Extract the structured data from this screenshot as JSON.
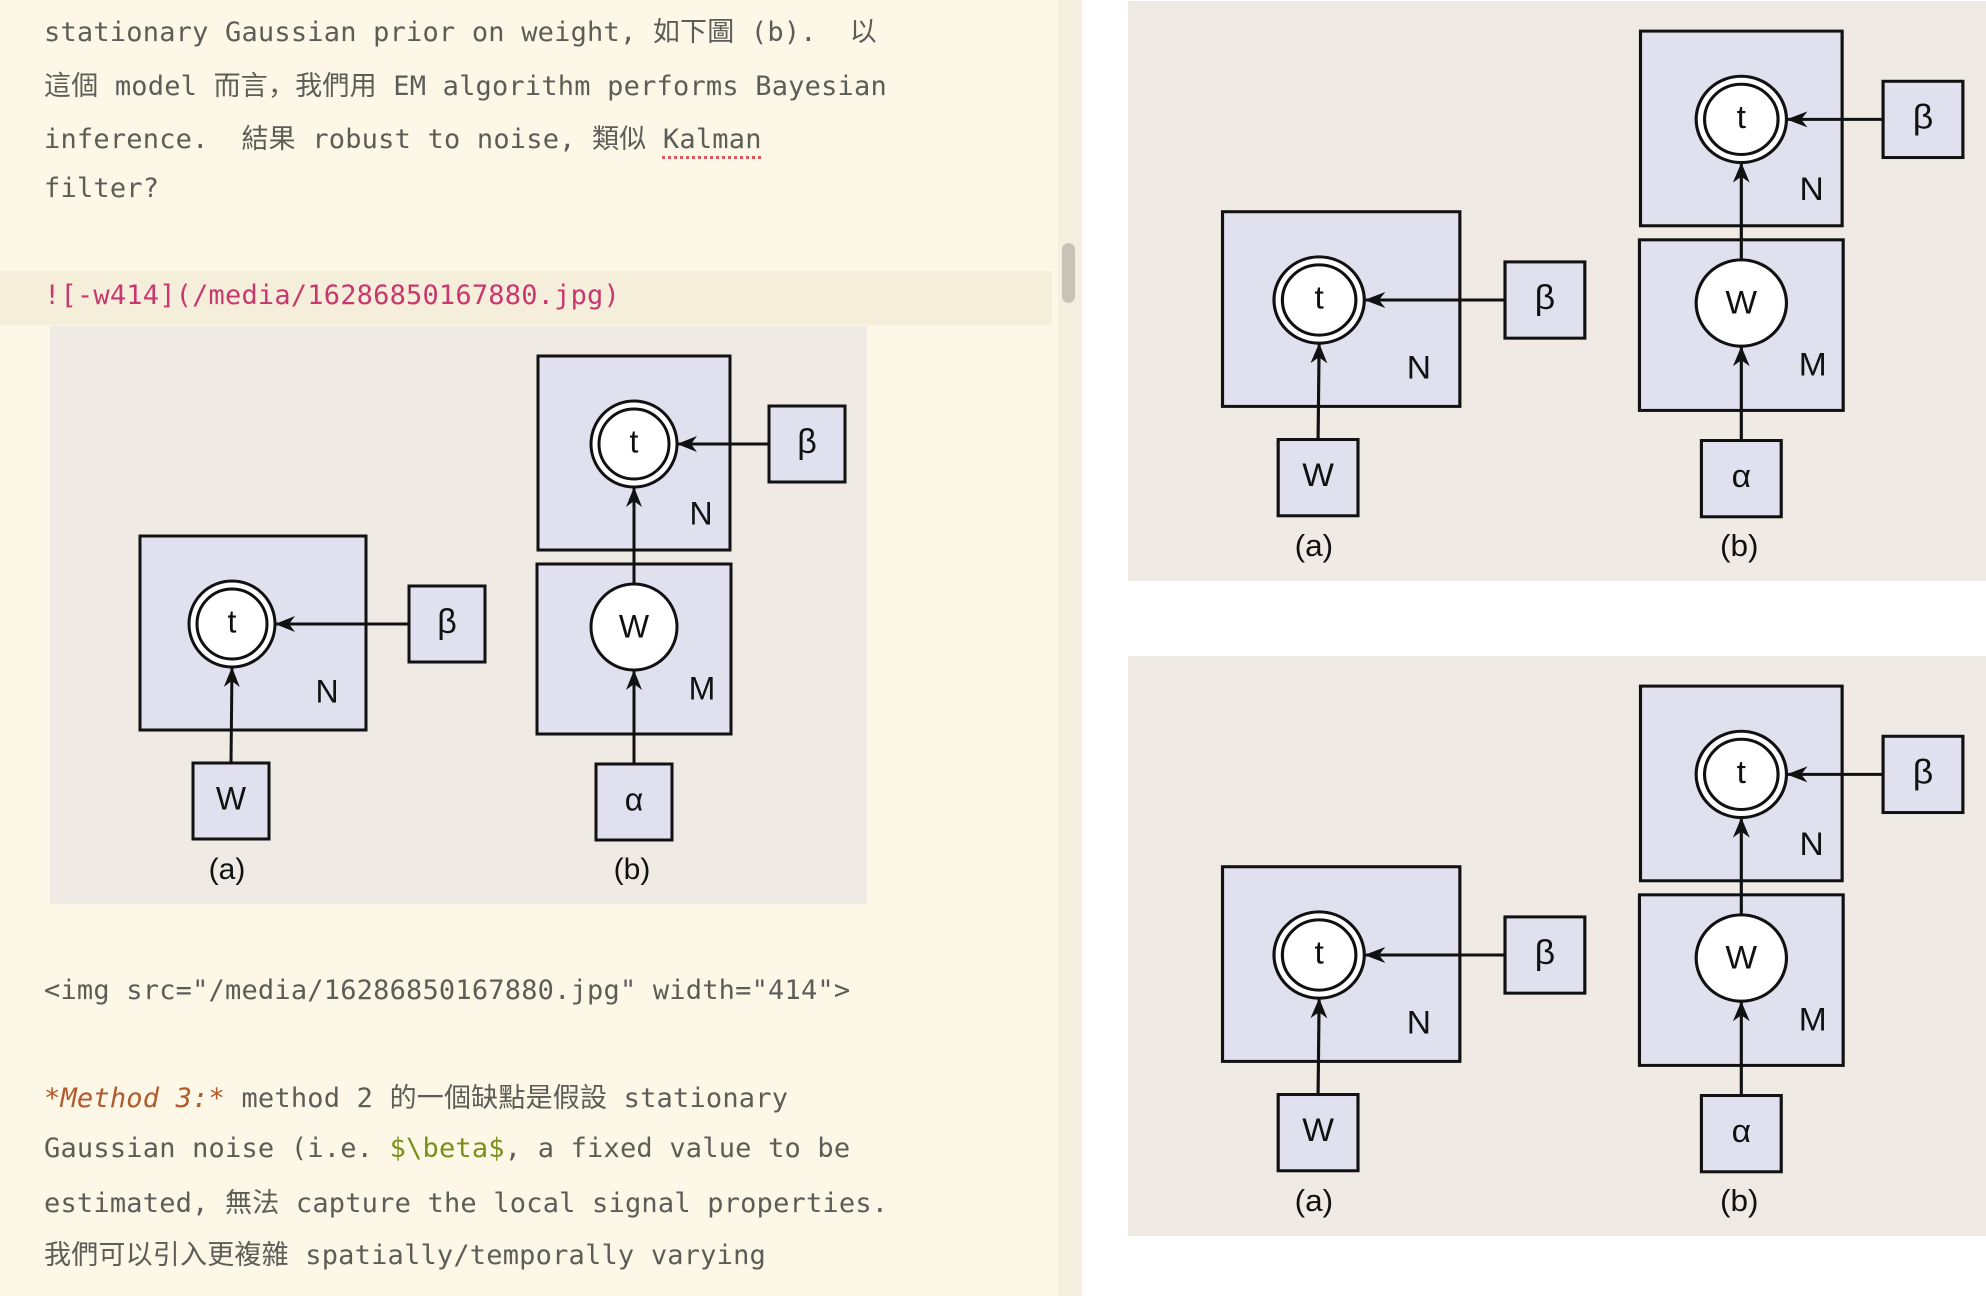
{
  "editor": {
    "para1": {
      "line1": "stationary Gaussian prior on weight, 如下圖 (b).  以",
      "line2": "這個 model 而言，我們用 EM algorithm performs Bayesian",
      "line3_pre": "inference.  結果 robust to noise, 類似 ",
      "line3_spell": "Kalman",
      "line4": "filter?"
    },
    "image_markdown": "![-w414](/media/16286850167880.jpg)",
    "img_tag": "<img src=\"/media/16286850167880.jpg\" width=\"414\">",
    "para2": {
      "method_label": "*Method 3:*",
      "line1_rest": " method 2 的一個缺點是假設 stationary",
      "line2_pre": "Gaussian noise (i.e. ",
      "line2_math": "$\\beta$",
      "line2_post": ", a fixed value to be",
      "line3": "estimated, 無法 capture the local signal properties.",
      "line4": "我們可以引入更複雜 spatially/temporally varying"
    }
  },
  "figure": {
    "node_t": "t",
    "node_w": "W",
    "node_alpha": "α",
    "node_beta": "β",
    "plate_n": "N",
    "plate_m": "M",
    "caption_a": "(a)",
    "caption_b": "(b)"
  },
  "colors": {
    "editor_bg": "#fcf7e6",
    "figure_bg": "#efebe4",
    "plate_fill": "#e1e0ef",
    "markdown_image": "#c8386f",
    "emphasis": "#b25a2c",
    "math": "#7a8f1c"
  }
}
